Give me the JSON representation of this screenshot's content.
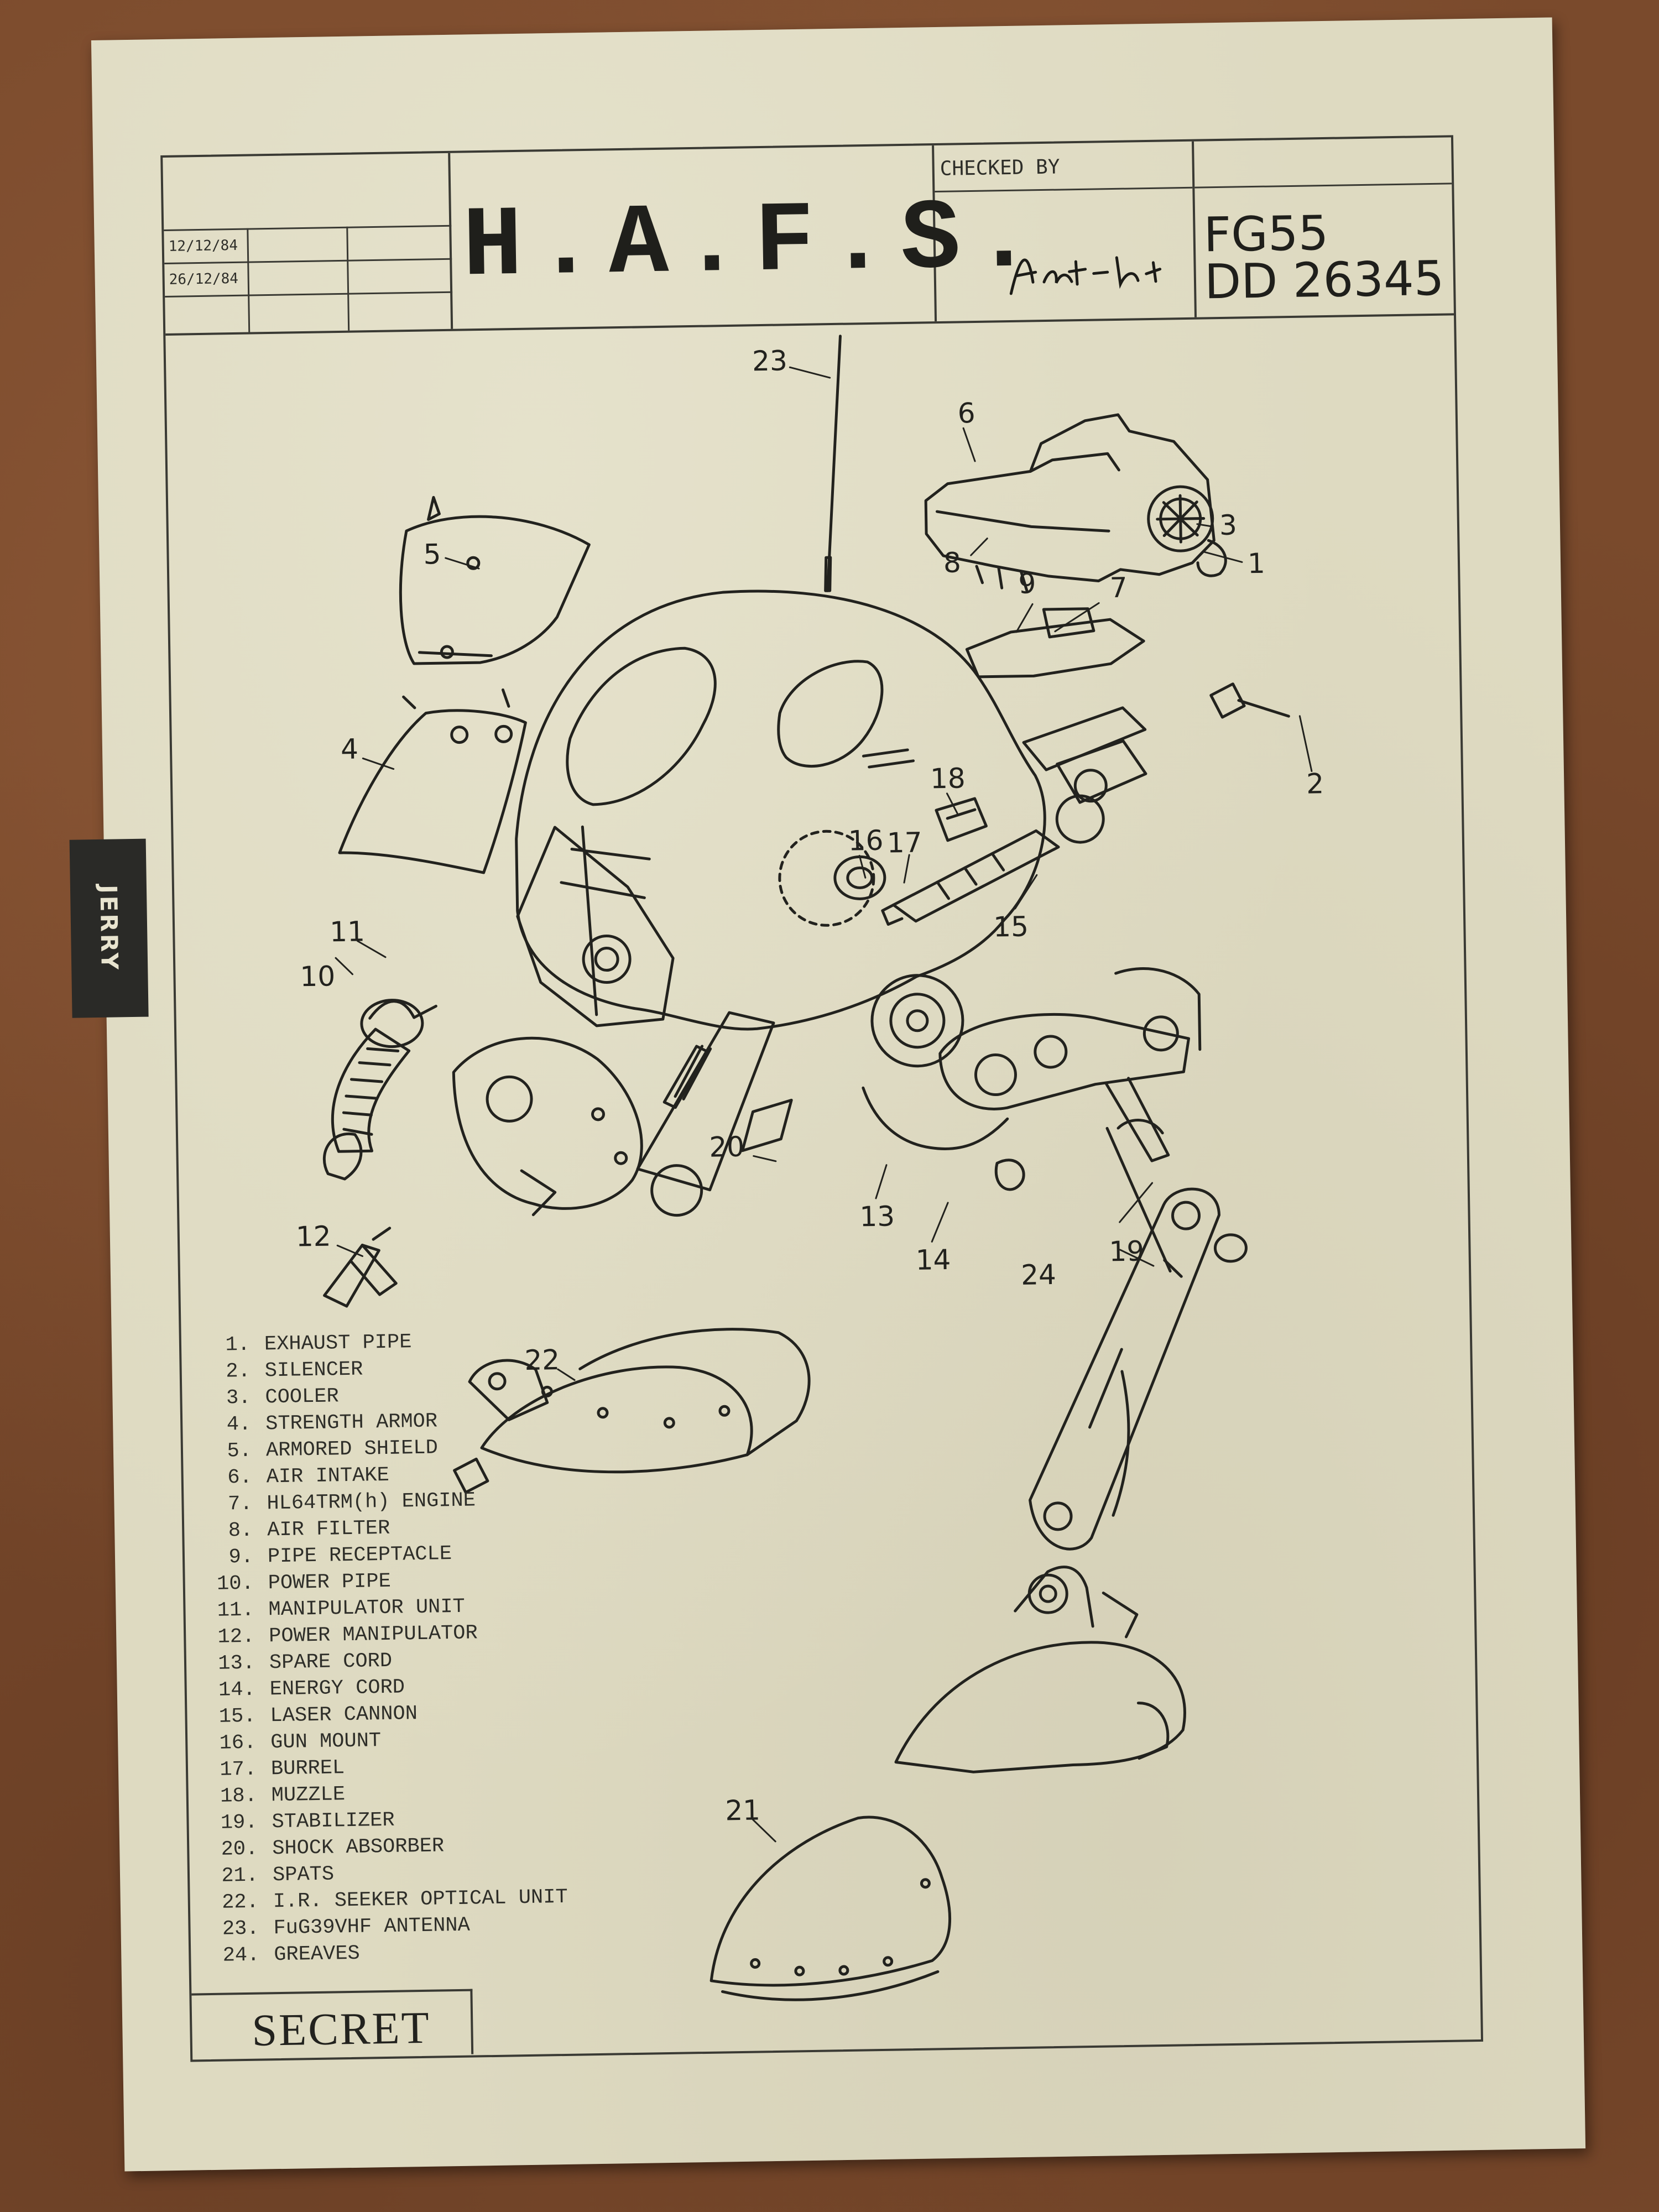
{
  "title_block": {
    "dates": [
      "12/12/84",
      "26/12/84"
    ],
    "project": "H.A.F.S.",
    "checked_by_label": "CHECKED BY",
    "drawing_code": "FG55",
    "drawing_number": "DD 26345"
  },
  "side_tab": {
    "label": "JERRY"
  },
  "callouts": [
    "1",
    "2",
    "3",
    "4",
    "5",
    "6",
    "7",
    "8",
    "9",
    "10",
    "11",
    "12",
    "13",
    "14",
    "15",
    "16",
    "17",
    "18",
    "19",
    "20",
    "21",
    "22",
    "23",
    "24"
  ],
  "parts_list": [
    {
      "num": "1.",
      "name": "EXHAUST PIPE"
    },
    {
      "num": "2.",
      "name": "SILENCER"
    },
    {
      "num": "3.",
      "name": "COOLER"
    },
    {
      "num": "4.",
      "name": "STRENGTH ARMOR"
    },
    {
      "num": "5.",
      "name": "ARMORED SHIELD"
    },
    {
      "num": "6.",
      "name": "AIR INTAKE"
    },
    {
      "num": "7.",
      "name": "HL64TRM(h) ENGINE"
    },
    {
      "num": "8.",
      "name": "AIR FILTER"
    },
    {
      "num": "9.",
      "name": "PIPE RECEPTACLE"
    },
    {
      "num": "10.",
      "name": "POWER PIPE"
    },
    {
      "num": "11.",
      "name": "MANIPULATOR UNIT"
    },
    {
      "num": "12.",
      "name": "POWER MANIPULATOR"
    },
    {
      "num": "13.",
      "name": "SPARE CORD"
    },
    {
      "num": "14.",
      "name": "ENERGY CORD"
    },
    {
      "num": "15.",
      "name": "LASER CANNON"
    },
    {
      "num": "16.",
      "name": "GUN MOUNT"
    },
    {
      "num": "17.",
      "name": "BURREL"
    },
    {
      "num": "18.",
      "name": "MUZZLE"
    },
    {
      "num": "19.",
      "name": "STABILIZER"
    },
    {
      "num": "20.",
      "name": "SHOCK ABSORBER"
    },
    {
      "num": "21.",
      "name": "SPATS"
    },
    {
      "num": "22.",
      "name": "I.R. SEEKER OPTICAL UNIT"
    },
    {
      "num": "23.",
      "name": "FuG39VHF ANTENNA"
    },
    {
      "num": "24.",
      "name": "GREAVES"
    }
  ],
  "classification": "SECRET",
  "colors": {
    "paper": "#dedac1",
    "ink": "#22221e",
    "background": "#7a4a2c",
    "tab": "#2a2a27"
  }
}
